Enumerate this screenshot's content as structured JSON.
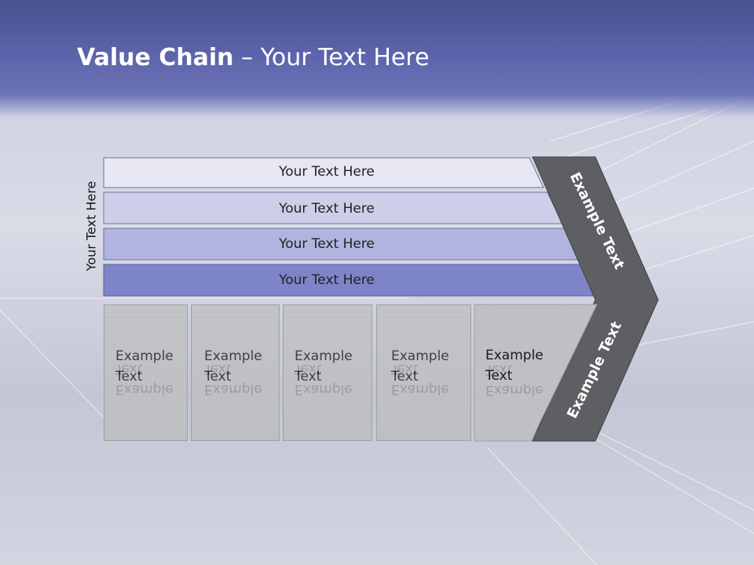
{
  "slide": {
    "title_bold": "Value Chain",
    "title_rest": " – Your Text Here",
    "side_label": "Your Text Here",
    "bars": [
      {
        "label": "Your Text Here",
        "color": "#e6e7f3"
      },
      {
        "label": "Your Text Here",
        "color": "#cdcfe9"
      },
      {
        "label": "Your Text Here",
        "color": "#b1b4df"
      },
      {
        "label": "Your Text Here",
        "color": "#7e84c8"
      }
    ],
    "boxes": [
      {
        "line1": "Example",
        "line2": "Text"
      },
      {
        "line1": "Example",
        "line2": "Text"
      },
      {
        "line1": "Example",
        "line2": "Text"
      },
      {
        "line1": "Example",
        "line2": "Text"
      },
      {
        "line1": "Example",
        "line2": "Text"
      }
    ],
    "chevron_top": "Example Text",
    "chevron_bottom": "Example Text",
    "colors": {
      "header": "#5b63aa",
      "chevron": "#5e5f62",
      "box": "#c0c1c5"
    }
  }
}
